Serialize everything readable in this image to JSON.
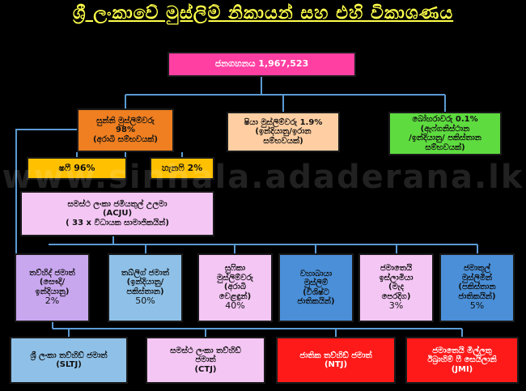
{
  "title": "ශ්‍රී ලංකාවේ මුස්ලිම් නිකායන් සහ එහි විකාශණය",
  "watermark": "www.sinhala.adaderana.lk",
  "population": "ජනගහනය 1,967,523",
  "sunni": {
    "line1": "සුන්නි මුස්ලිම්වරු",
    "line2": "98%",
    "line3": "(අරාබි සම්භවයක්)"
  },
  "shia": {
    "line1": "ෂියා මුස්ලිම්වරු 1.9%",
    "line2": "(ඉන්දියානු/ඉරාන",
    "line3": "සම්භවයක්)"
  },
  "bohra": {
    "line1": "බෝහරාවරු 0.1%",
    "line2": "(ඇෆ්ගනිස්ථාන",
    "line3": "/ඉන්දියානු/ පකිස්තාන",
    "line4": "සම්භවයක්)"
  },
  "shafi": "ෂෆී 96%",
  "hanafi": "හැනෆි 2%",
  "acju": {
    "line1": "සමස්ථ ලංකා ජමියතුල් උලමා",
    "line2": "(ACJU)",
    "line3": "( 33 x විධායක සාමාජිකයින්)"
  },
  "groups": [
    {
      "line1": "තව්හිද් ජමාත්",
      "line2": "(සෞදි/",
      "line3": "ඉන්දියානු)",
      "pct": "2%"
    },
    {
      "line1": "තබ්ලිග් ජමාත්",
      "line2": "(ඉන්දියානු/",
      "line3": "පකිස්තාන)",
      "pct": "50%"
    },
    {
      "line1": "සුෆිකා",
      "line2": "මුස්ලිම්වරු",
      "line3": "(අරාබි",
      "line4": "වෙළඳුන්)",
      "pct": "40%"
    },
    {
      "line1": "වහාබායා",
      "line2": "මුස්ලිම්",
      "line3": "(විශිෂ්ට",
      "line4": "ජාතිකයින්)",
      "pct": ""
    },
    {
      "line1": "ජමාතෙයි",
      "line2": "ඉස්ලාමියා",
      "line3": "(මැද",
      "line4": "පෙරදිග)",
      "pct": "3%"
    },
    {
      "line1": "ජමාතුල්",
      "line2": "මුස්ලිමීන්",
      "line3": "(පකිස්තාන",
      "line4": "ජාතිකයින්)",
      "pct": "5%"
    }
  ],
  "orgs": [
    {
      "line1": "ශ්‍රී ලංකා තව්හිඩ් ජමාත්",
      "line2": "(SLTJ)"
    },
    {
      "line1": "සමස්ථ ලංකා තව්හිඩ්",
      "line2": "ජමාත්",
      "line3": "(CTJ)"
    },
    {
      "line1": "ජාතික තව්හිඩ් ජමාත්",
      "line2": "(NTJ)"
    },
    {
      "line1": "ජමාතෙයි මිල්ලතු",
      "line2": "ඊබ්‍රාහිම් ෆී සෙයිලානි",
      "line3": "(JMI)"
    }
  ],
  "colors": {
    "background": "#000000",
    "title": "#ffff4a",
    "connector": "#5b9bd5",
    "population": "#ff3fa2",
    "sunni": "#ef7f21",
    "shia": "#ffcfa3",
    "bohra": "#5edc3f",
    "school": "#ffc000",
    "acju": "#f4c6f4",
    "radical": "#ff1a1a"
  }
}
